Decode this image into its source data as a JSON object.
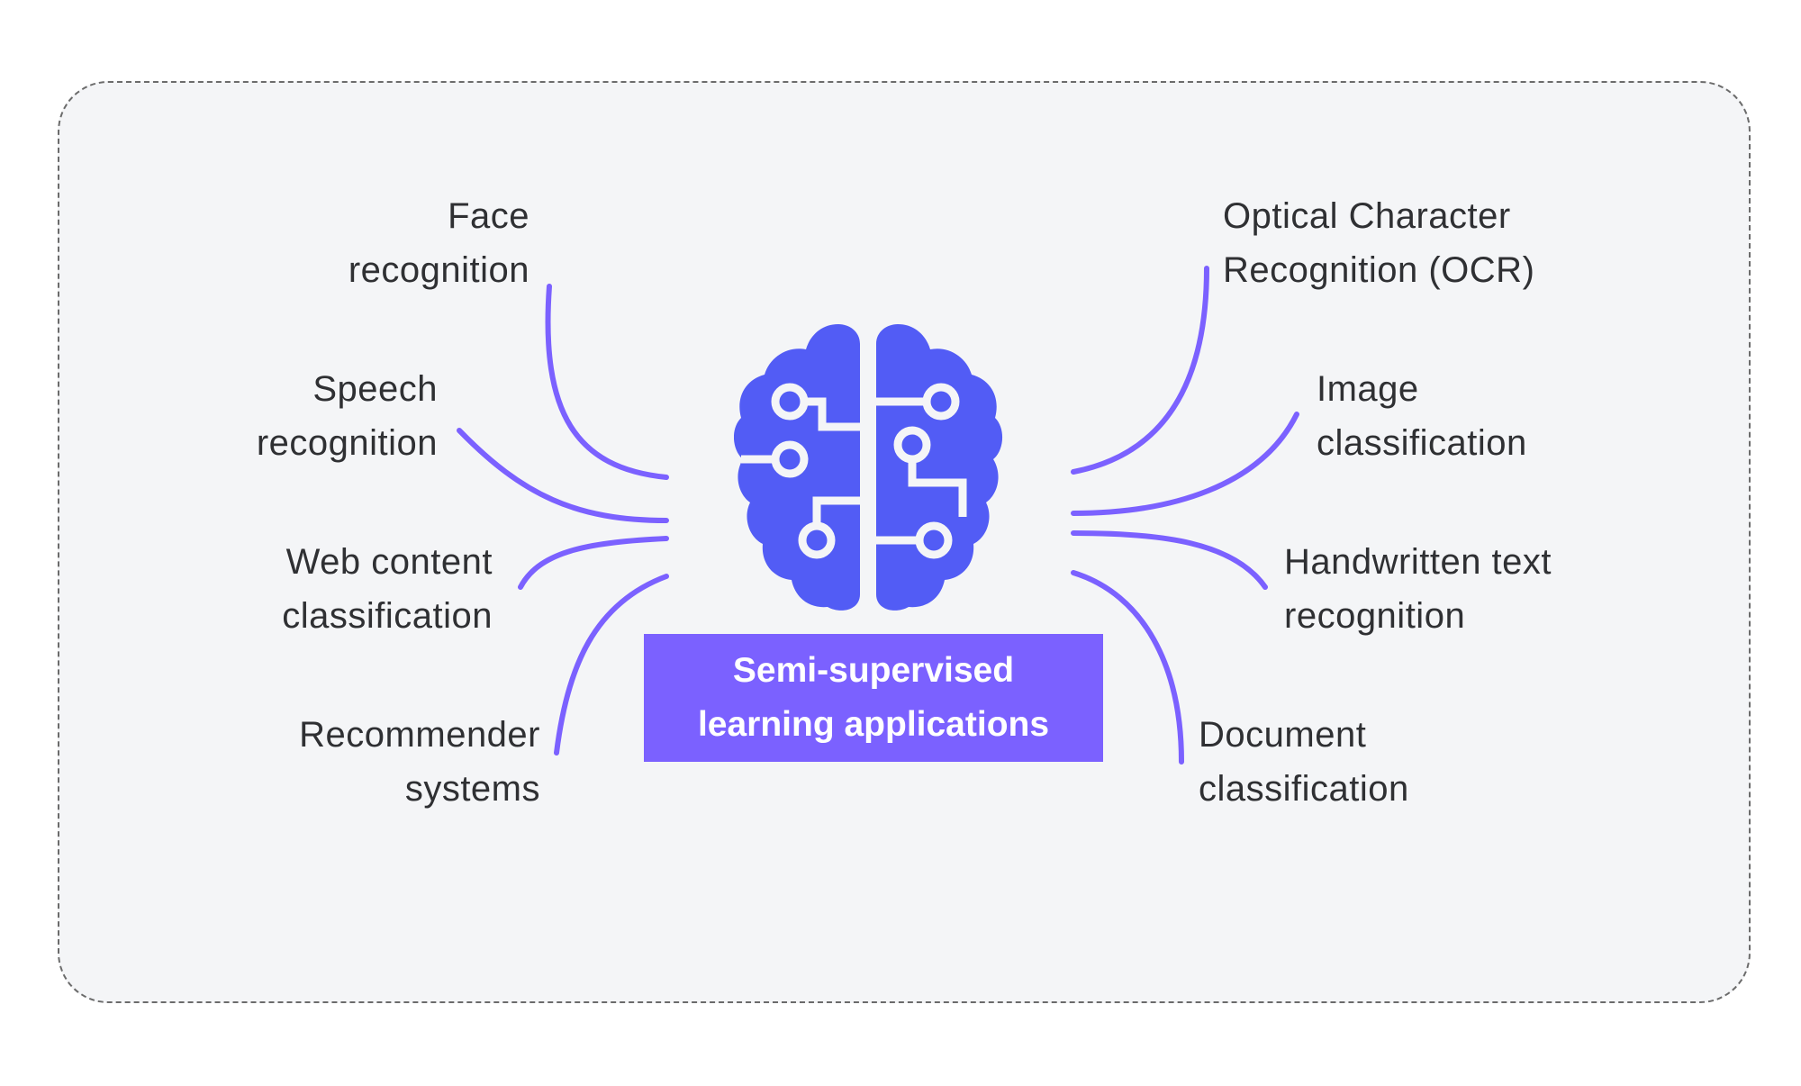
{
  "center": {
    "title_line1": "Semi-supervised",
    "title_line2": "learning applications",
    "icon": "brain-circuit-icon"
  },
  "applications_left": [
    {
      "line1": "Face",
      "line2": "recognition"
    },
    {
      "line1": "Speech",
      "line2": "recognition"
    },
    {
      "line1": "Web content",
      "line2": "classification"
    },
    {
      "line1": "Recommender",
      "line2": "systems"
    }
  ],
  "applications_right": [
    {
      "line1": "Optical Character",
      "line2": "Recognition (OCR)"
    },
    {
      "line1": "Image",
      "line2": "classification"
    },
    {
      "line1": "Handwritten text",
      "line2": "recognition"
    },
    {
      "line1": "Document",
      "line2": "classification"
    }
  ],
  "colors": {
    "accent": "#7b61ff",
    "brain": "#525cf5",
    "panel_background": "#f4f5f7",
    "text": "#2f3033",
    "border": "#6b6b6b"
  }
}
